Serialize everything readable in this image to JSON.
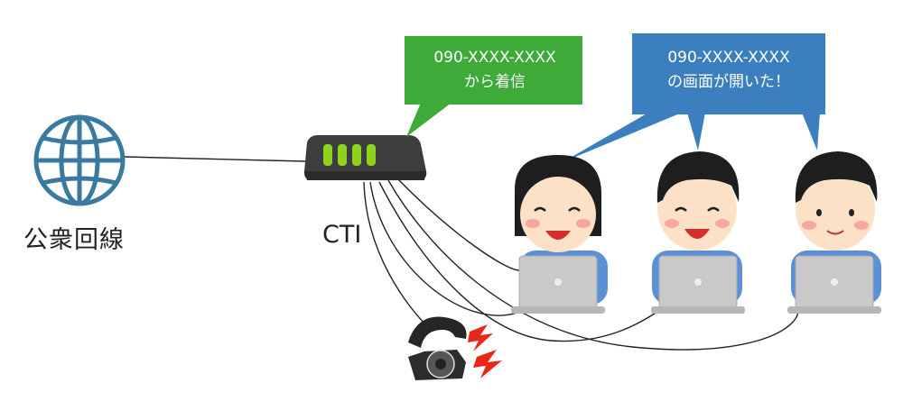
{
  "labels": {
    "public_network": "公衆回線",
    "cti": "CTI"
  },
  "bubbles": {
    "incoming": {
      "line1": "090-XXXX-XXXX",
      "line2": "から着信"
    },
    "screen_opened": {
      "line1": "090-XXXX-XXXX",
      "line2": "の画面が開いた！"
    }
  },
  "icons": [
    "globe-icon",
    "cti-router-icon",
    "telephone-icon",
    "ringing-bolt-icon",
    "operator-woman-icon",
    "operator-man-icon",
    "laptop-icon"
  ],
  "colors": {
    "globe": "#3a7aa0",
    "router_body": "#3a3a3a",
    "router_led": "#8fd21e",
    "bubble_green": "#3daa3a",
    "bubble_blue": "#3c7fbf",
    "bolt": "#e8271b",
    "shirt": "#5b8fd6",
    "laptop": "#c9c9c9"
  }
}
